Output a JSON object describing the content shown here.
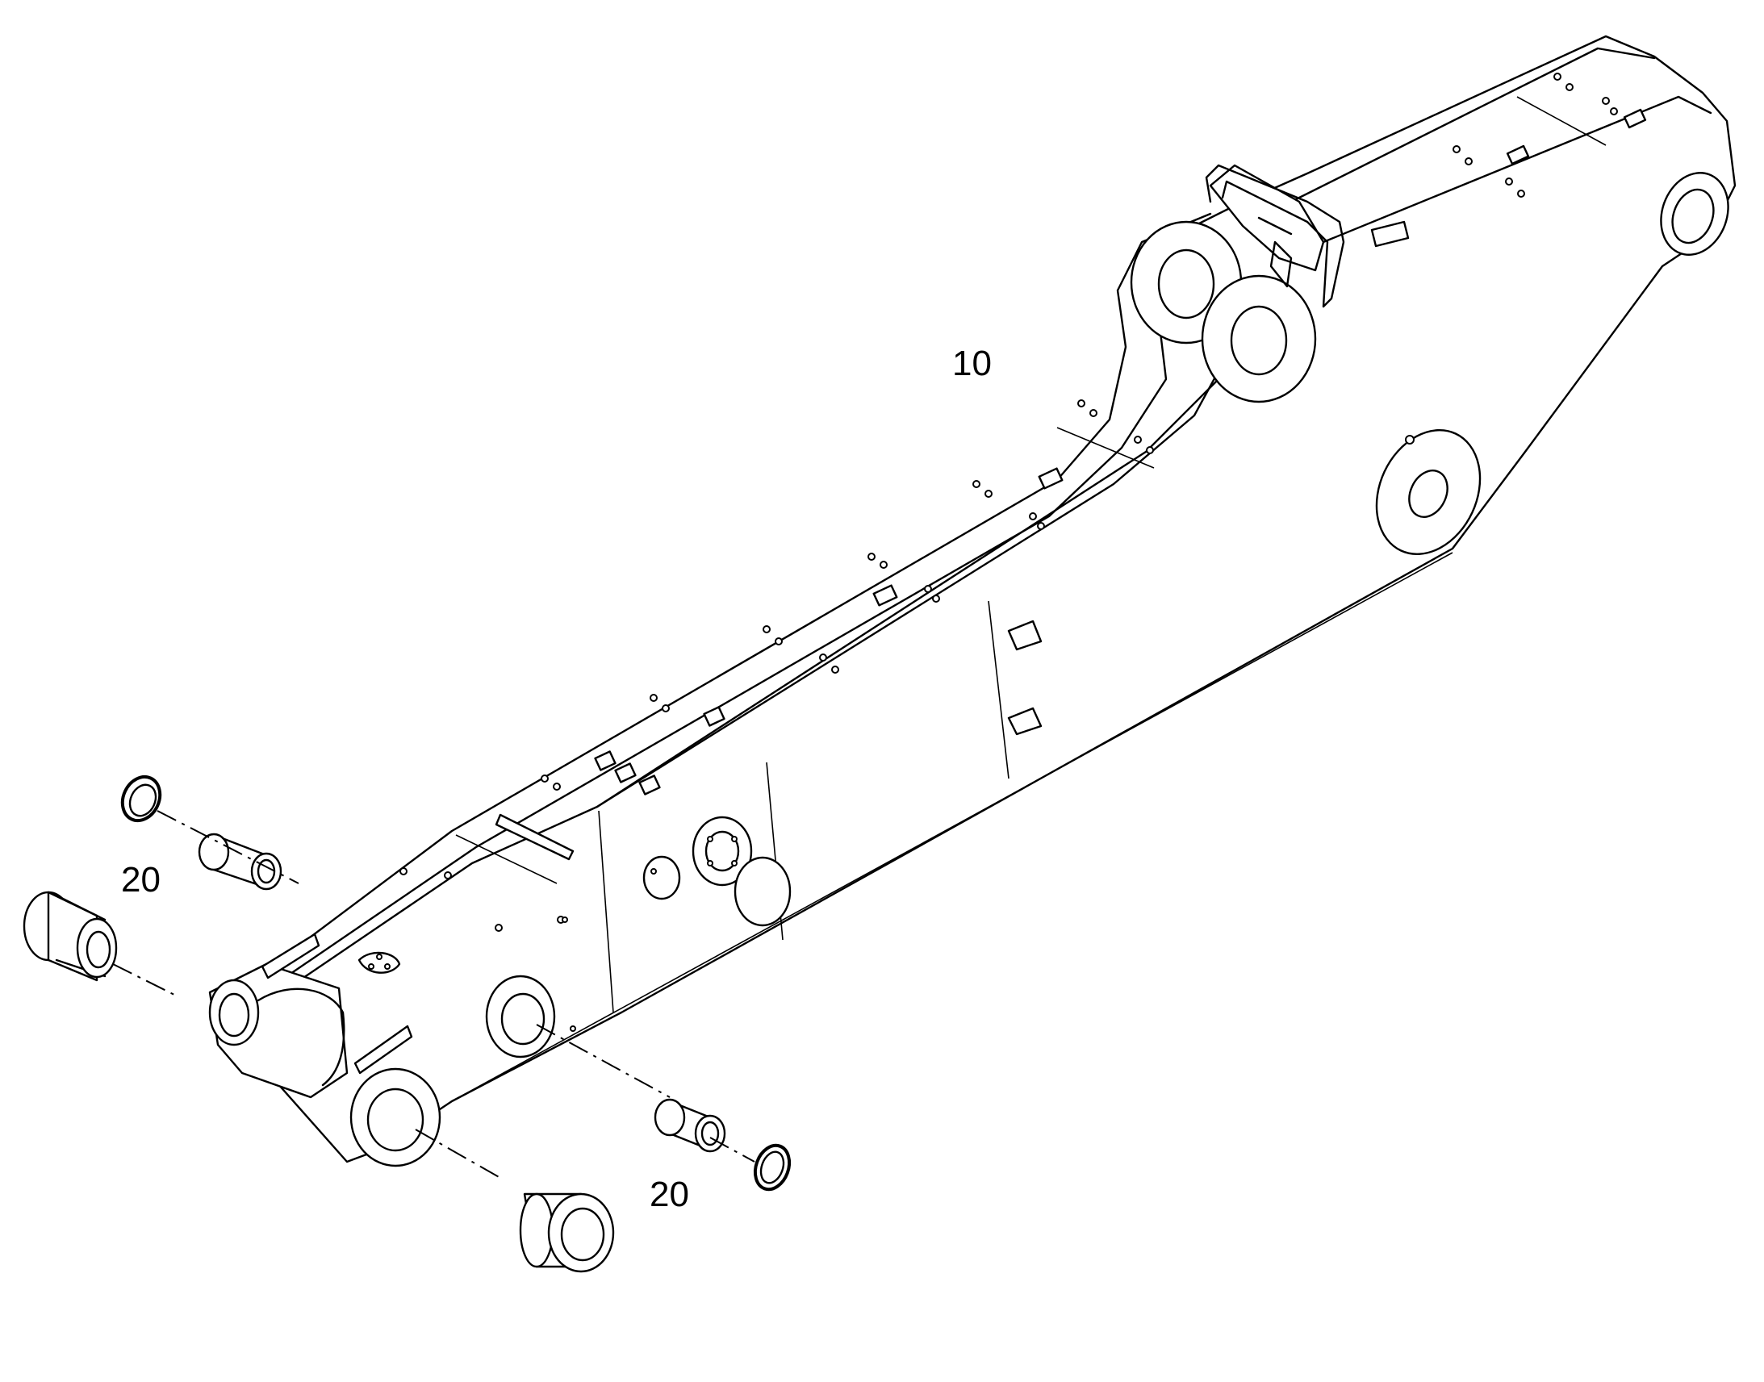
{
  "callouts": {
    "main_part": "10",
    "bushing_left": "20",
    "bushing_right": "20"
  }
}
